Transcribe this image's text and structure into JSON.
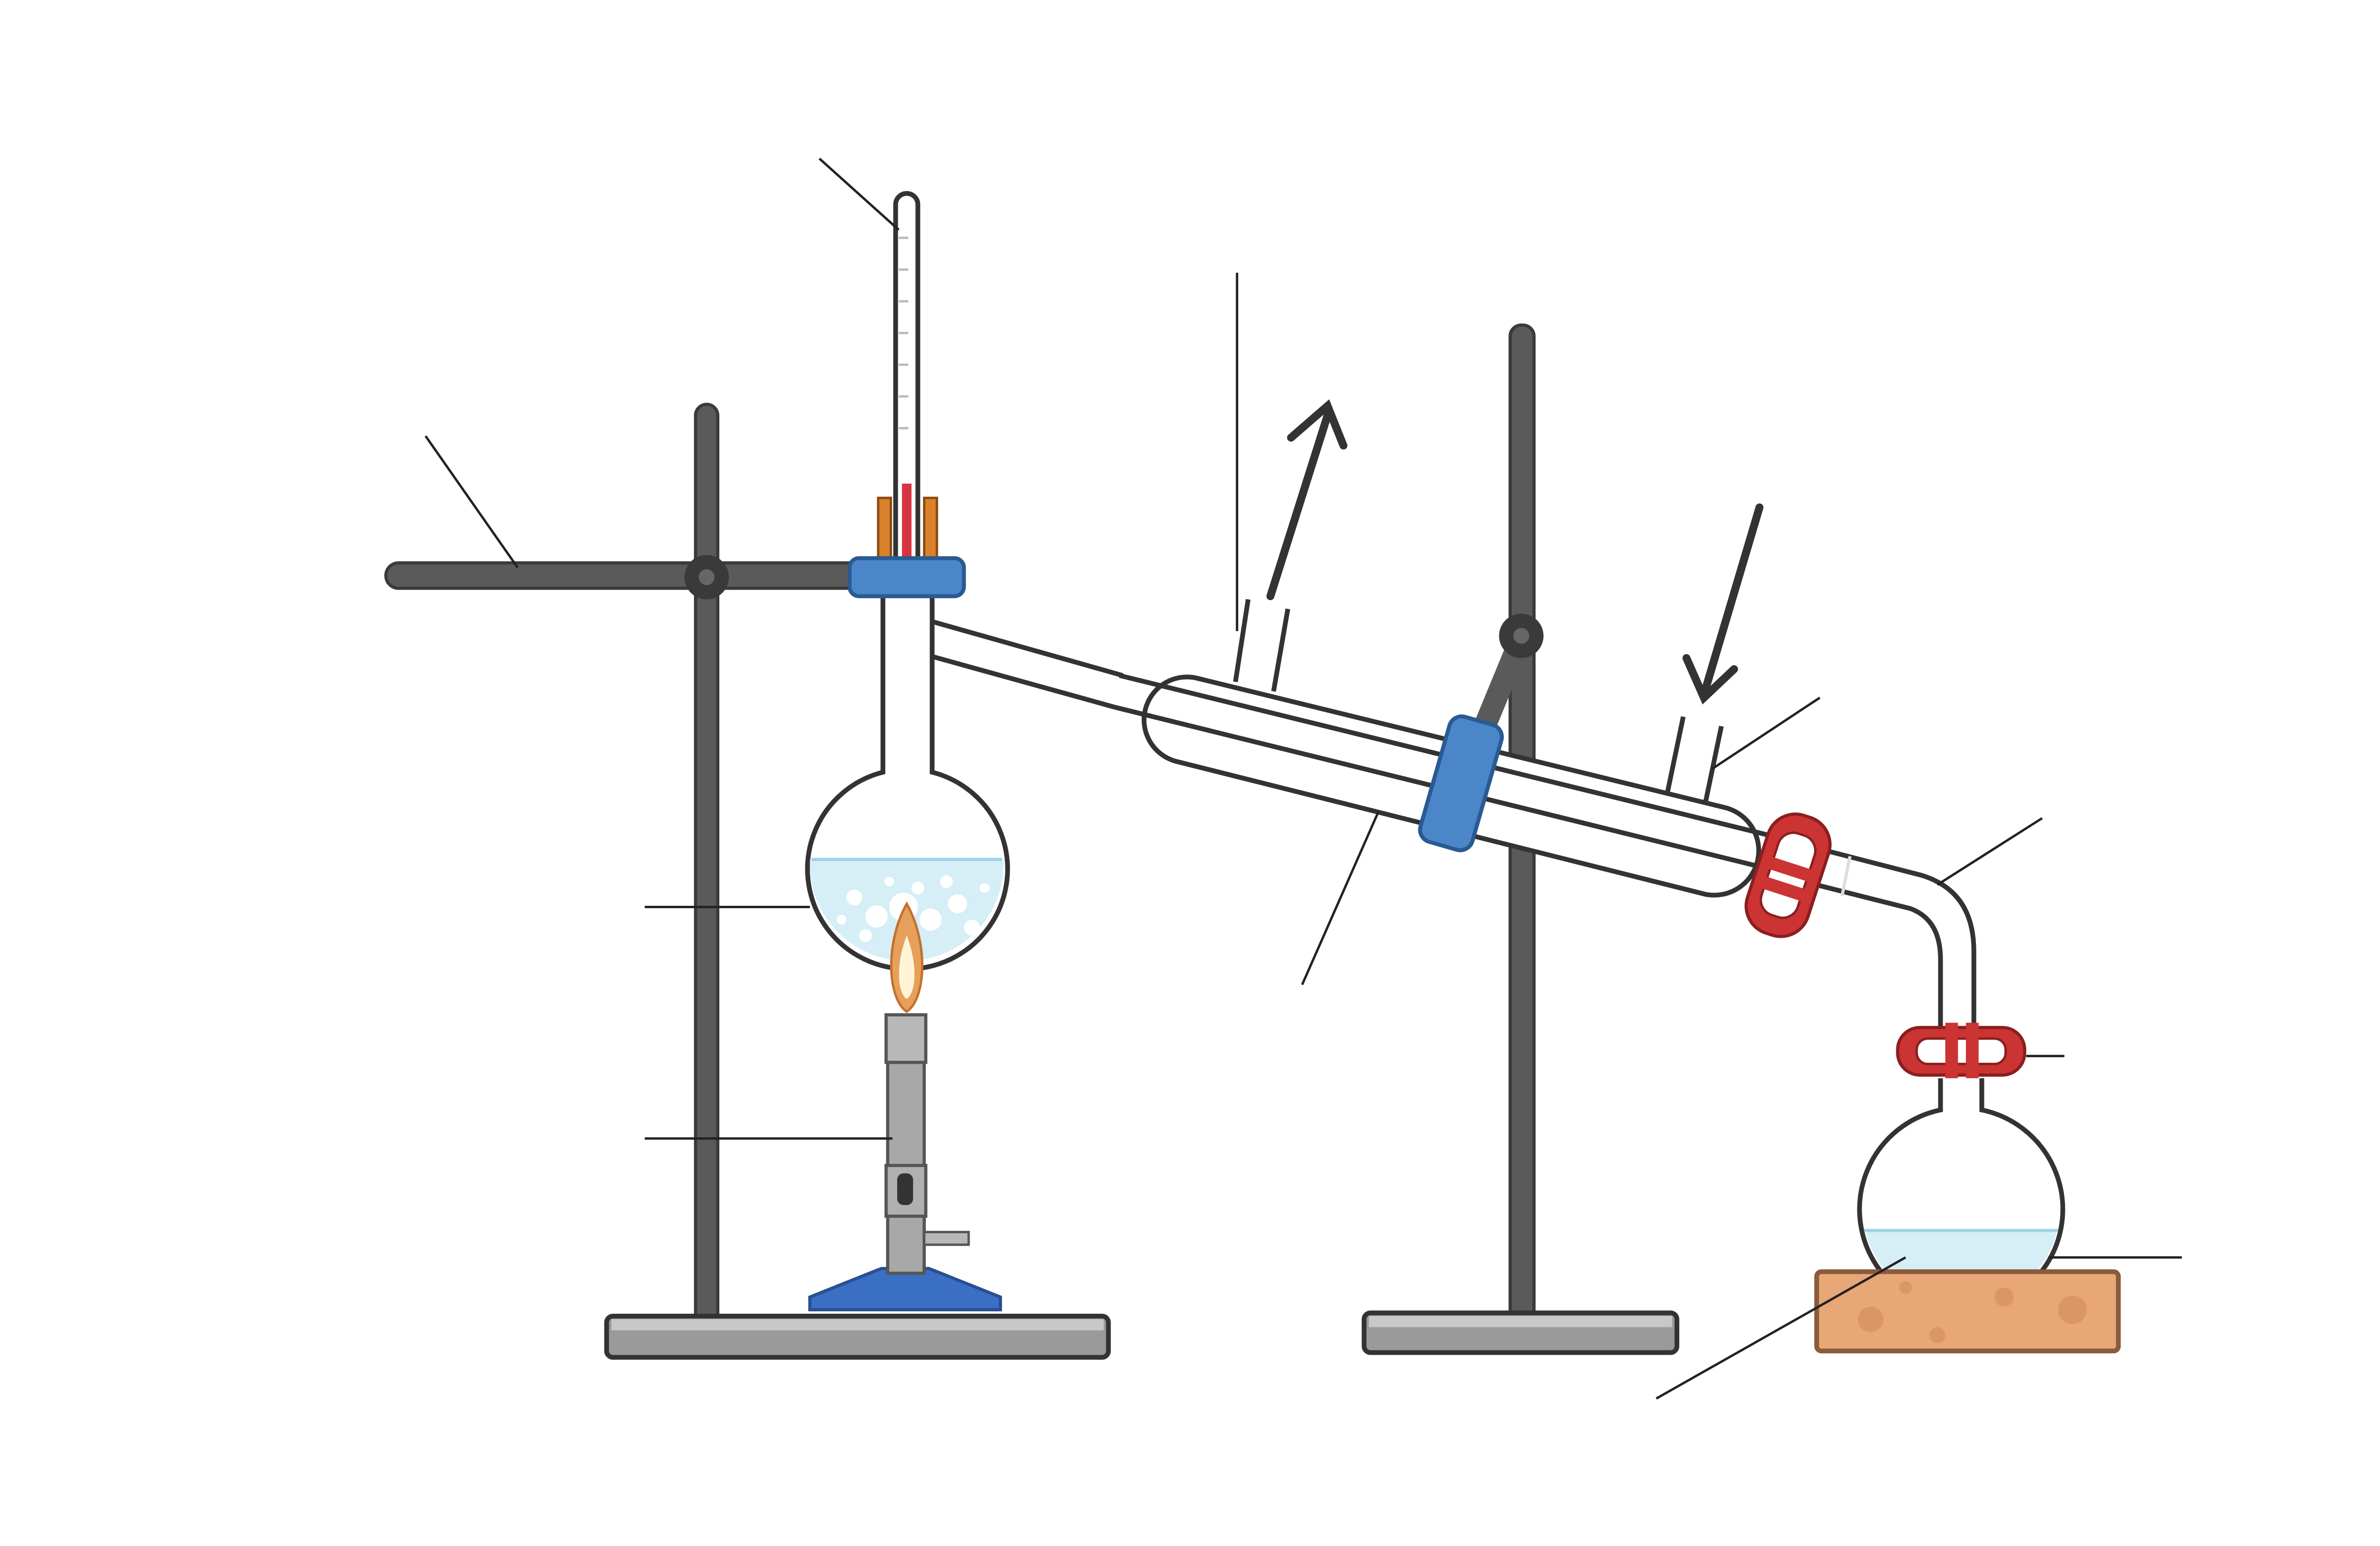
{
  "diagram": {
    "subject": "distillation-apparatus",
    "label_texts_visible": false,
    "colors": {
      "stand_metal": "#5a5a5a",
      "stand_base": "#8c8c8c",
      "outline": "#333333",
      "glass": "#ffffff",
      "liquid": "#d6eef6",
      "liquid_surface": "#9fd3e6",
      "clamp_blue": "#4a86c8",
      "joint_clip_red": "#cc3333",
      "thermometer_bulb": "#d9333f",
      "stopper_orange": "#d9822b",
      "burner_grey": "#a0a0a0",
      "burner_base": "#3a6fc4",
      "flame_outer": "#e6a05a",
      "flame_inner": "#fff4d6",
      "cork_mat": "#e8a777"
    },
    "water_flow": {
      "inlet": "lower-side-arm-arrow-pointing-in",
      "outlet": "upper-side-arm-arrow-pointing-out"
    },
    "label_lines": [
      "thermometer",
      "clamp-arm",
      "distillation-flask",
      "bunsen-burner",
      "condenser-outer-jacket",
      "condenser-outlet",
      "condenser-inlet",
      "adapter",
      "joint-clip",
      "distillate",
      "receiving-flask-cork-ring"
    ]
  }
}
